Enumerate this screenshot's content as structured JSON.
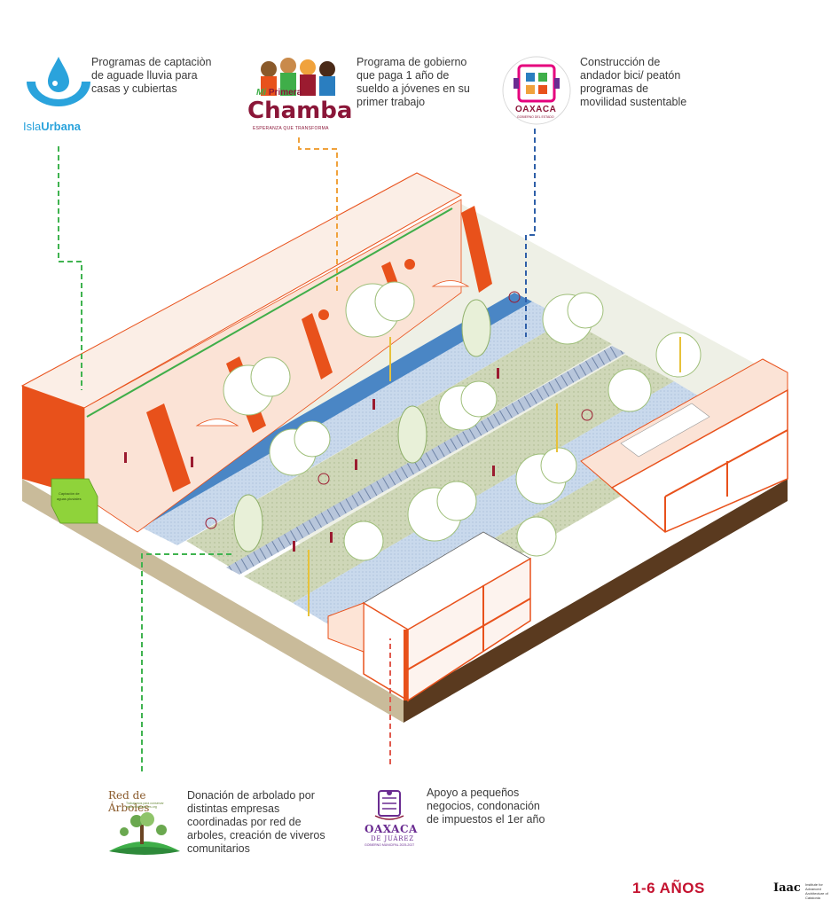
{
  "annotations": [
    {
      "id": "isla",
      "text": "Programas de captaciòn\nde aguade lluvia para\ncasas y cubiertas"
    },
    {
      "id": "chamba",
      "text": "Programa de gobierno\nque paga 1 año de\nsueldo a jóvenes en su\nprimer trabajo"
    },
    {
      "id": "movilidad",
      "text": "Construcción de\nandador bici/ peatón\nprogramas de\nmovilidad sustentable"
    },
    {
      "id": "arboles",
      "text": "Donación de arbolado por\ndistintas empresas\ncoordinadas por red de\narboles, creación de viveros\ncomunitarios"
    },
    {
      "id": "negocios",
      "text": "Apoyo a pequeños\nnegocios, condonación\nde impuestos el 1er año"
    }
  ],
  "logos": {
    "isla_prefix": "Isla",
    "isla_bold": "Urbana",
    "chamba_top1": "Mi",
    "chamba_top2": "Primera",
    "chamba_main": "Chamba",
    "chamba_sub": "ESPERANZA QUE TRANSFORMA",
    "oaxaca_state": "OAXACA",
    "oaxaca_state_sub": "GOBIERNO DEL ESTADO",
    "red_title": "Red de Árboles",
    "red_sub": "Trabajamos para conservar\nwww.reddearboles.org",
    "juarez_main": "OAXACA",
    "juarez_sub": "DE JUÁREZ",
    "juarez_gov": "GOBIERNO MUNICIPAL 2025-2027"
  },
  "diagram_label": "Captación de\naguas pluviales",
  "footer": {
    "years": "1-6 AÑOS",
    "logo": "Iaac",
    "logo_sub": "Institute for Advanced Architecture of Catalonia"
  },
  "colors": {
    "orange": "#e8511b",
    "blue": "#4a86c5",
    "green": "#3fae49",
    "tan": "#c5b89a",
    "dash_green": "#3fb34f",
    "dash_orange": "#f0a23c",
    "dash_blue": "#2e5fa8",
    "dash_red": "#e05a4e"
  }
}
